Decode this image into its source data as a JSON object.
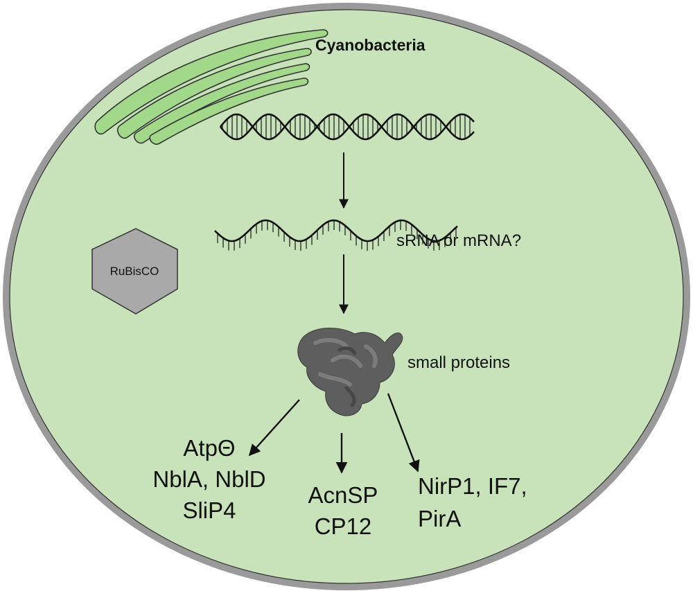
{
  "title": "Cyanobacteria",
  "labels": {
    "rna": "sRNA  or mRNA?",
    "proteins": "small proteins",
    "rubisco": "RuBisCO"
  },
  "groups": {
    "left": [
      "AtpΘ",
      "NblA, NblD",
      "SliP4"
    ],
    "middle": [
      "AcnSP",
      "CP12"
    ],
    "right": [
      "NirP1, IF7,",
      "PirA"
    ]
  },
  "colors": {
    "cell_fill": "#c8e3b9",
    "cell_wall": "#9a9a9a",
    "thylakoid": "#a2d88a",
    "rubisco": "#a9a9a9",
    "protein": "#5e5e5e"
  }
}
